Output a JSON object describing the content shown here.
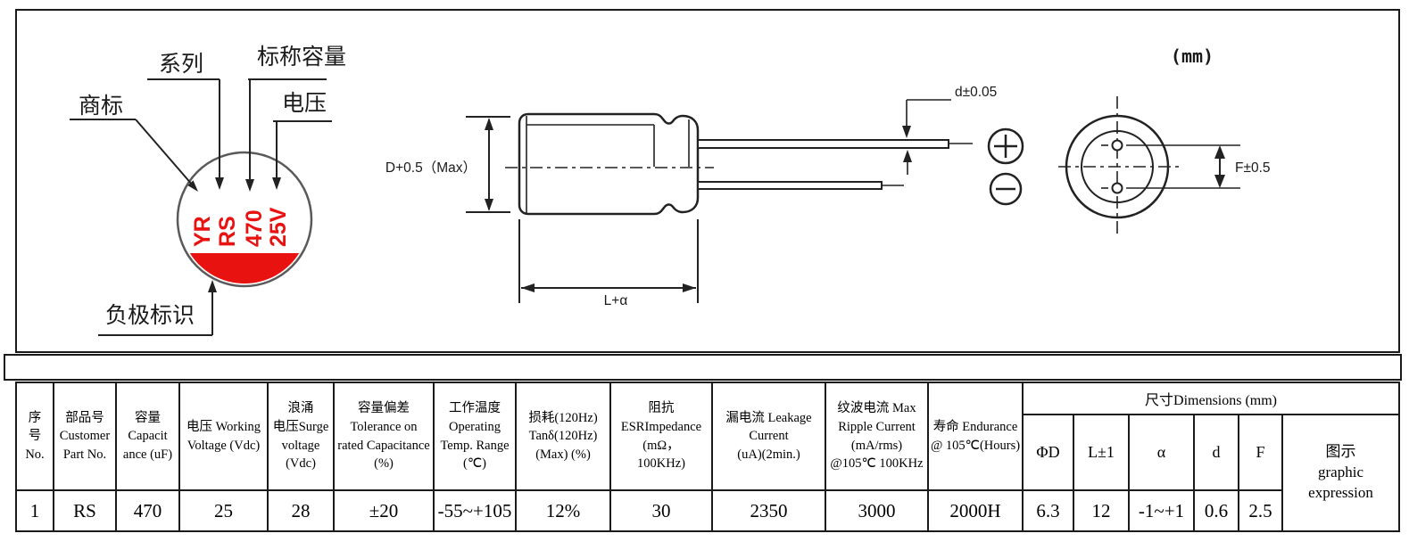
{
  "top_panel": {
    "unit_note": "(mm)",
    "marking": {
      "red_color": "#e81210",
      "print": [
        "YR",
        "RS",
        "470",
        "25V"
      ],
      "labels": {
        "trademark": "商标",
        "series": "系列",
        "nominal_capacity": "标称容量",
        "voltage": "电压",
        "negative_mark": "负极标识"
      }
    },
    "dimensions": {
      "diameter": "D+0.5（Max）",
      "length": "L+α",
      "lead_diameter": "d±0.05",
      "lead_pitch": "F±0.5"
    }
  },
  "spec_table": {
    "headers": [
      "序\n号\nNo.",
      "部品号\nCustomer\nPart No.",
      "容量\nCapacit\nance (uF)",
      "电压 Working\nVoltage (Vdc)",
      "浪涌\n电压Surge\nvoltage\n(Vdc)",
      "容量偏差\nTolerance on\nrated Capacitance\n(%)",
      "工作温度\nOperating\nTemp. Range\n(℃)",
      "损耗(120Hz)\nTanδ(120Hz)\n(Max) (%)",
      "阻抗\nESRImpedance\n(mΩ，\n100KHz)",
      "漏电流 Leakage\nCurrent\n(uA)(2min.)",
      "纹波电流 Max\nRipple Current\n(mA/rms)\n@105℃ 100KHz",
      "寿命 Endurance\n@ 105℃(Hours)"
    ],
    "dims_group": "尺寸Dimensions (mm)",
    "dim_headers": [
      "ΦD",
      "L±1",
      "α",
      "d",
      "F"
    ],
    "graphic_header": "图示\ngraphic\nexpression",
    "values": [
      "1",
      "RS",
      "470",
      "25",
      "28",
      "±20",
      "-55~+105",
      "12%",
      "30",
      "2350",
      "3000",
      "2000H",
      "6.3",
      "12",
      "-1~+1",
      "0.6",
      "2.5"
    ]
  }
}
